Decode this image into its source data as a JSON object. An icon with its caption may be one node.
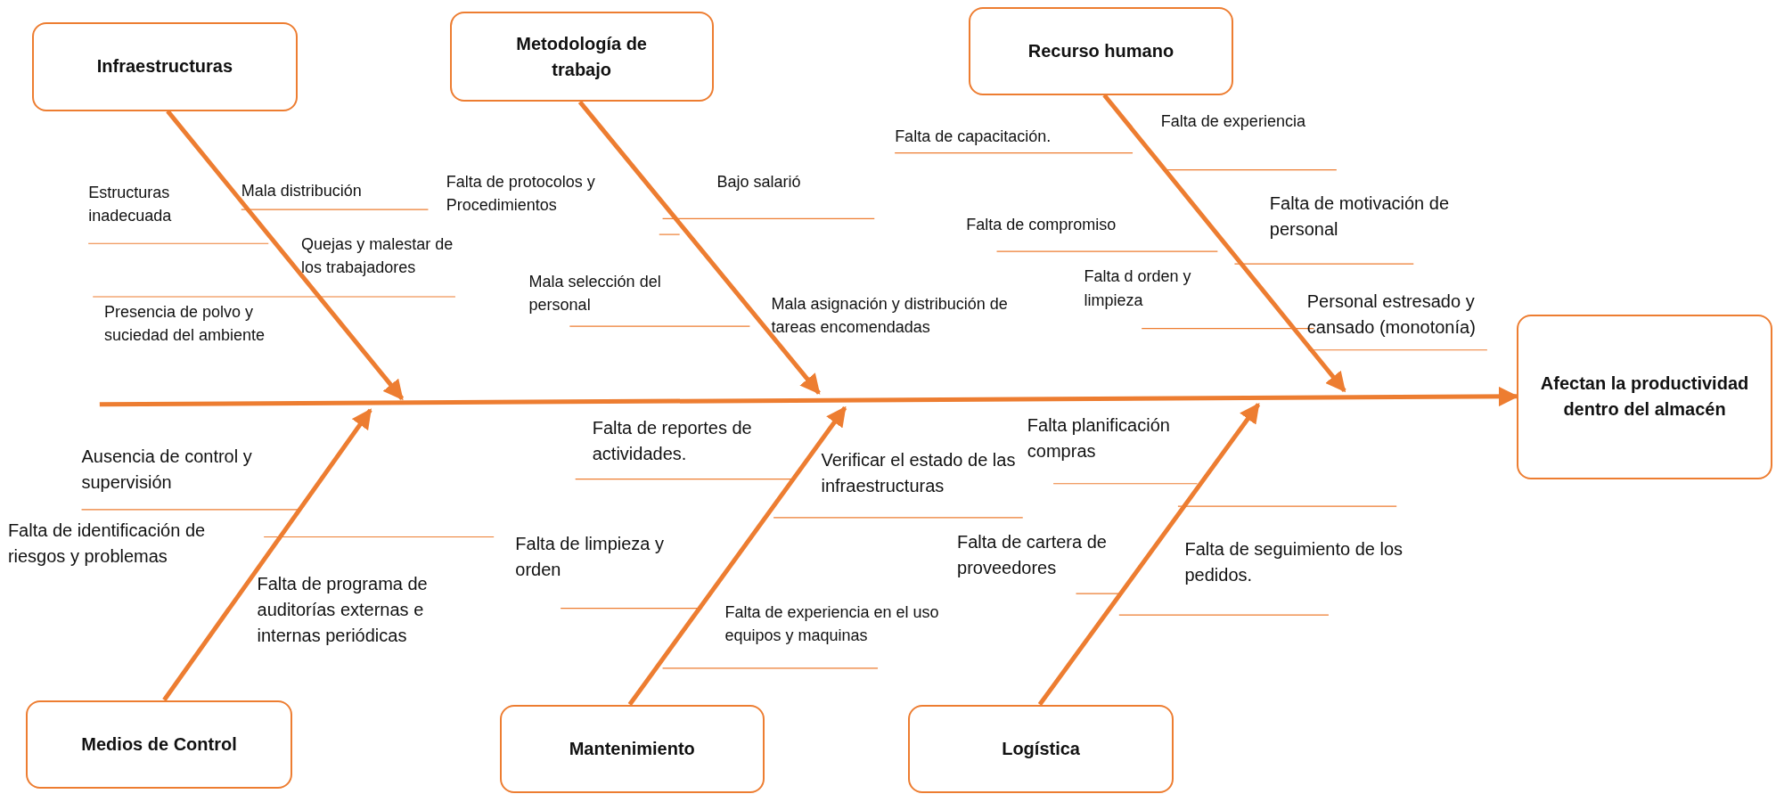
{
  "diagram": {
    "nodes": [
      {
        "text": [
          "Infraestructuras"
        ]
      },
      {
        "text": [
          "Metodología de trabajo"
        ]
      },
      {
        "text": [
          "Recurso humano"
        ]
      },
      {
        "text": [
          "Medios de Control"
        ]
      },
      {
        "text": [
          "Mantenimiento"
        ]
      },
      {
        "text": [
          "Logística"
        ]
      },
      {
        "text": [
          "Afectan la productividad dentro del almacén"
        ]
      }
    ],
    "edges": [
      {
        "from": 0,
        "to": null,
        "arrow": "to"
      },
      {
        "from": 1,
        "to": null,
        "arrow": "to"
      },
      {
        "from": 2,
        "to": null,
        "arrow": "to"
      },
      {
        "from": 3,
        "to": null,
        "arrow": "to"
      },
      {
        "from": 4,
        "to": null,
        "arrow": "to"
      },
      {
        "from": 5,
        "to": null,
        "arrow": "to"
      },
      {
        "from": null,
        "to": 6,
        "arrow": "to"
      }
    ],
    "labels": [
      "Estructuras inadecuada",
      "Mala distribución",
      "Falta de protocolos y Procedimientos",
      "Bajo salarió",
      "Quejas y malestar de los trabajadores",
      "Presencia de polvo y suciedad del ambiente",
      "Mala selección del personal",
      "Mala asignación y distribución de tareas encomendadas",
      "Falta de capacitación.",
      "Falta de experiencia",
      "Falta de motivación de personal",
      "Falta de compromiso",
      "Falta d orden y limpieza",
      "Personal estresado y cansado (monotonía)",
      "Ausencia de control y supervisión",
      "Falta de identificación de riesgos y problemas",
      "Falta de programa de auditorías externas e internas periódicas",
      "Falta de reportes de actividades.",
      "Verificar el estado de las infraestructuras",
      "Falta de limpieza y orden",
      "Falta de experiencia en el uso equipos y maquinas",
      "Falta planificación compras",
      "Falta de cartera de proveedores",
      "Falta de seguimiento de los pedidos."
    ]
  }
}
